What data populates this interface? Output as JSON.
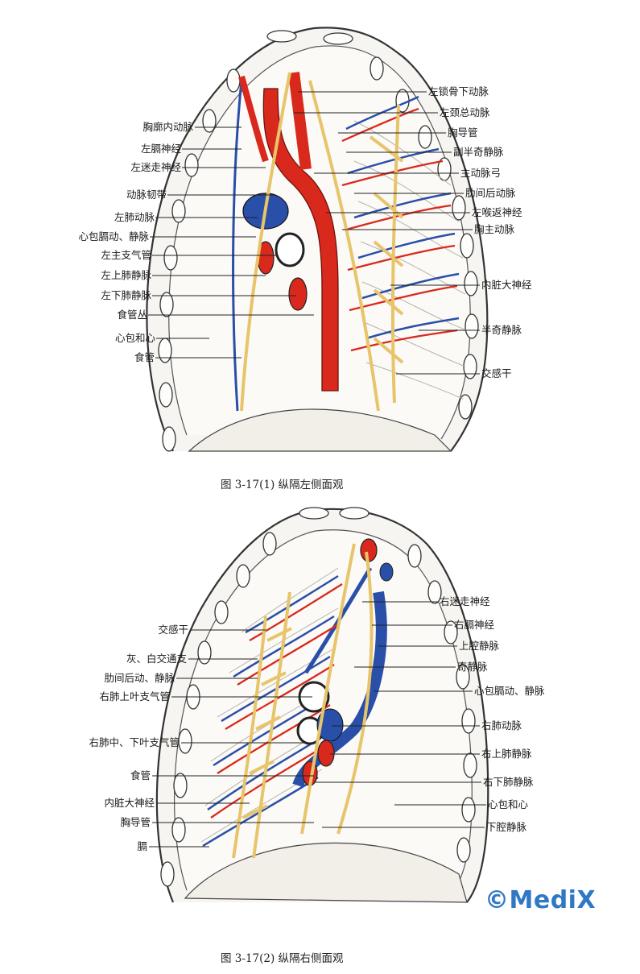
{
  "figure1": {
    "caption": "图 3-17(1)   纵隔左侧面观",
    "labels_left": [
      "胸廓内动脉",
      "左膈神经",
      "左迷走神经",
      "动脉韧带",
      "左肺动脉",
      "心包膈动、静脉",
      "左主支气管",
      "左上肺静脉",
      "左下肺静脉",
      "食管丛",
      "心包和心",
      "食管"
    ],
    "labels_right": [
      "左锁骨下动脉",
      "左颈总动脉",
      "胸导管",
      "副半奇静脉",
      "主动脉弓",
      "肋间后动脉",
      "左喉返神经",
      "胸主动脉",
      "内脏大神经",
      "半奇静脉",
      "交感干"
    ]
  },
  "figure2": {
    "caption": "图 3-17(2)   纵隔右侧面观",
    "labels_left": [
      "交感干",
      "灰、白交通支",
      "肋间后动、静脉",
      "右肺上叶支气管",
      "右肺中、下叶支气管",
      "食管",
      "内脏大神经",
      "胸导管",
      "膈"
    ],
    "labels_right": [
      "右迷走神经",
      "右膈神经",
      "上腔静脉",
      "奇静脉",
      "心包膈动、静脉",
      "右肺动脉",
      "右上肺静脉",
      "右下肺静脉",
      "心包和心",
      "下腔静脉"
    ]
  },
  "watermark": "©MedіX",
  "colors": {
    "artery": "#d9291c",
    "vein": "#2a4fa8",
    "nerve": "#e8c46a",
    "line": "#222222"
  },
  "icons": [
    "anatomy-illustration"
  ]
}
